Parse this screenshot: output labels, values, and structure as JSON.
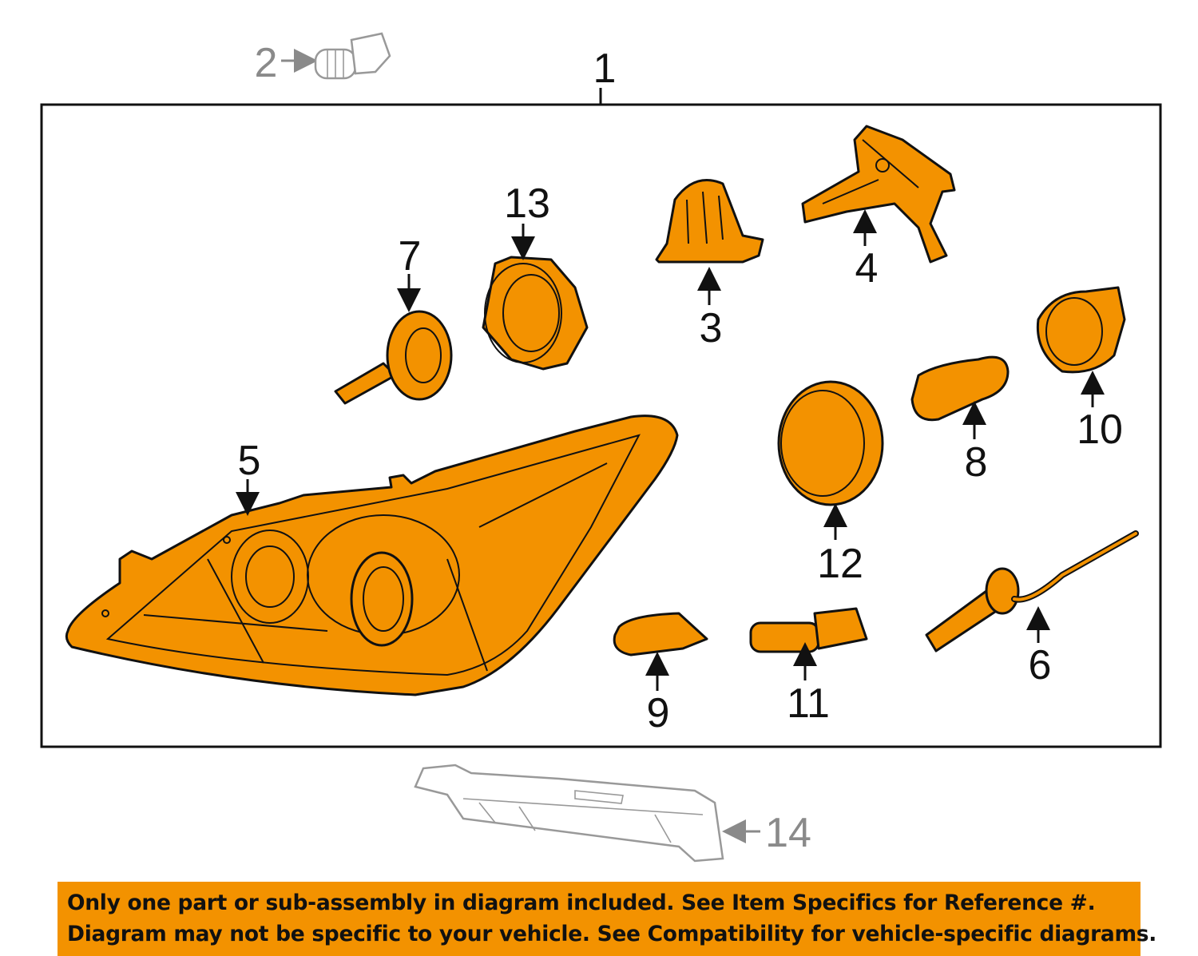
{
  "callouts": {
    "c1": "1",
    "c2": "2",
    "c3": "3",
    "c4": "4",
    "c5": "5",
    "c6": "6",
    "c7": "7",
    "c8": "8",
    "c9": "9",
    "c10": "10",
    "c11": "11",
    "c12": "12",
    "c13": "13",
    "c14": "14"
  },
  "notice": {
    "line1": "Only one part or sub-assembly in diagram included. See Item Specifics for Reference #.",
    "line2": "Diagram may not be specific to your vehicle. See Compatibility for vehicle-specific diagrams."
  },
  "colors": {
    "highlight": "#F39200",
    "callout_gray": "#8a8a8a"
  }
}
